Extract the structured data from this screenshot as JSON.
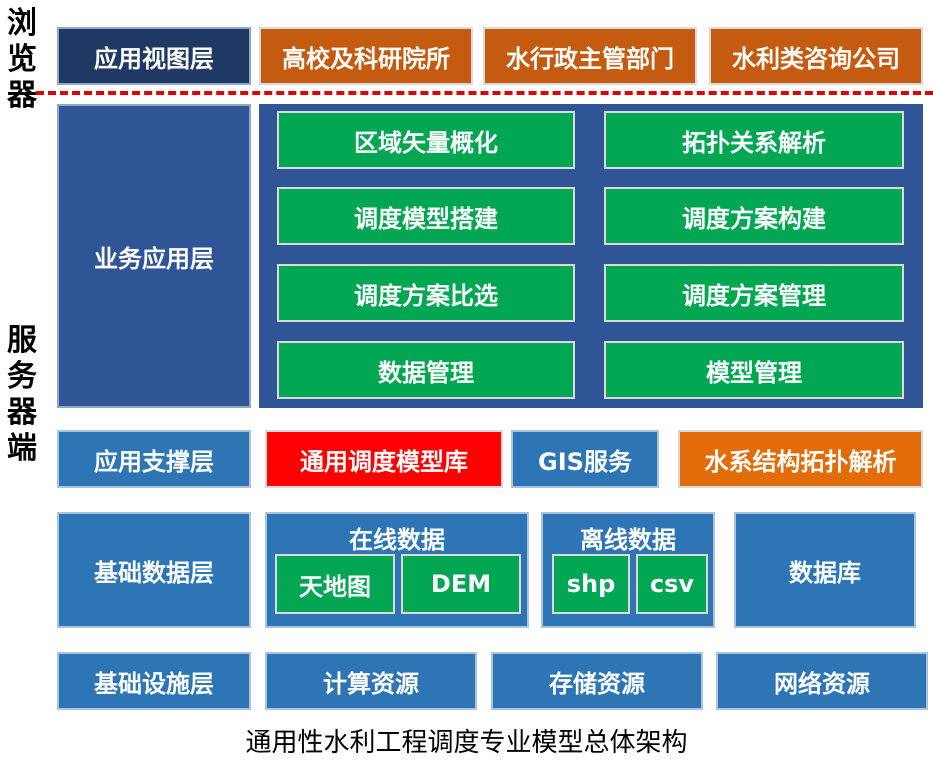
{
  "side_labels": {
    "browser": [
      "浏",
      "览",
      "器"
    ],
    "server": [
      "服",
      "务",
      "器",
      "端"
    ]
  },
  "browser_layer": {
    "layer": "应用视图层",
    "users": [
      "高校及科研院所",
      "水行政主管部门",
      "水利类咨询公司"
    ]
  },
  "business_layer": {
    "layer": "业务应用层",
    "modules": [
      "区域矢量概化",
      "拓扑关系解析",
      "调度模型搭建",
      "调度方案构建",
      "调度方案比选",
      "调度方案管理",
      "数据管理",
      "模型管理"
    ]
  },
  "support_layer": {
    "layer": "应用支撑层",
    "items": [
      "通用调度模型库",
      "GIS服务",
      "水系结构拓扑解析"
    ]
  },
  "data_layer": {
    "layer": "基础数据层",
    "online": {
      "title": "在线数据",
      "items": [
        "天地图",
        "DEM"
      ]
    },
    "offline": {
      "title": "离线数据",
      "items": [
        "shp",
        "csv"
      ]
    },
    "database": "数据库"
  },
  "infra_layer": {
    "layer": "基础设施层",
    "items": [
      "计算资源",
      "存储资源",
      "网络资源"
    ]
  },
  "caption": "通用性水利工程调度专业模型总体架构",
  "colors": {
    "dark_navy": "#1f3864",
    "navy": "#2f5597",
    "blue": "#2e75b6",
    "brown": "#c55a11",
    "green": "#00a651",
    "red": "#ff0000",
    "orange": "#e36c0a",
    "divider": "#e00000"
  }
}
